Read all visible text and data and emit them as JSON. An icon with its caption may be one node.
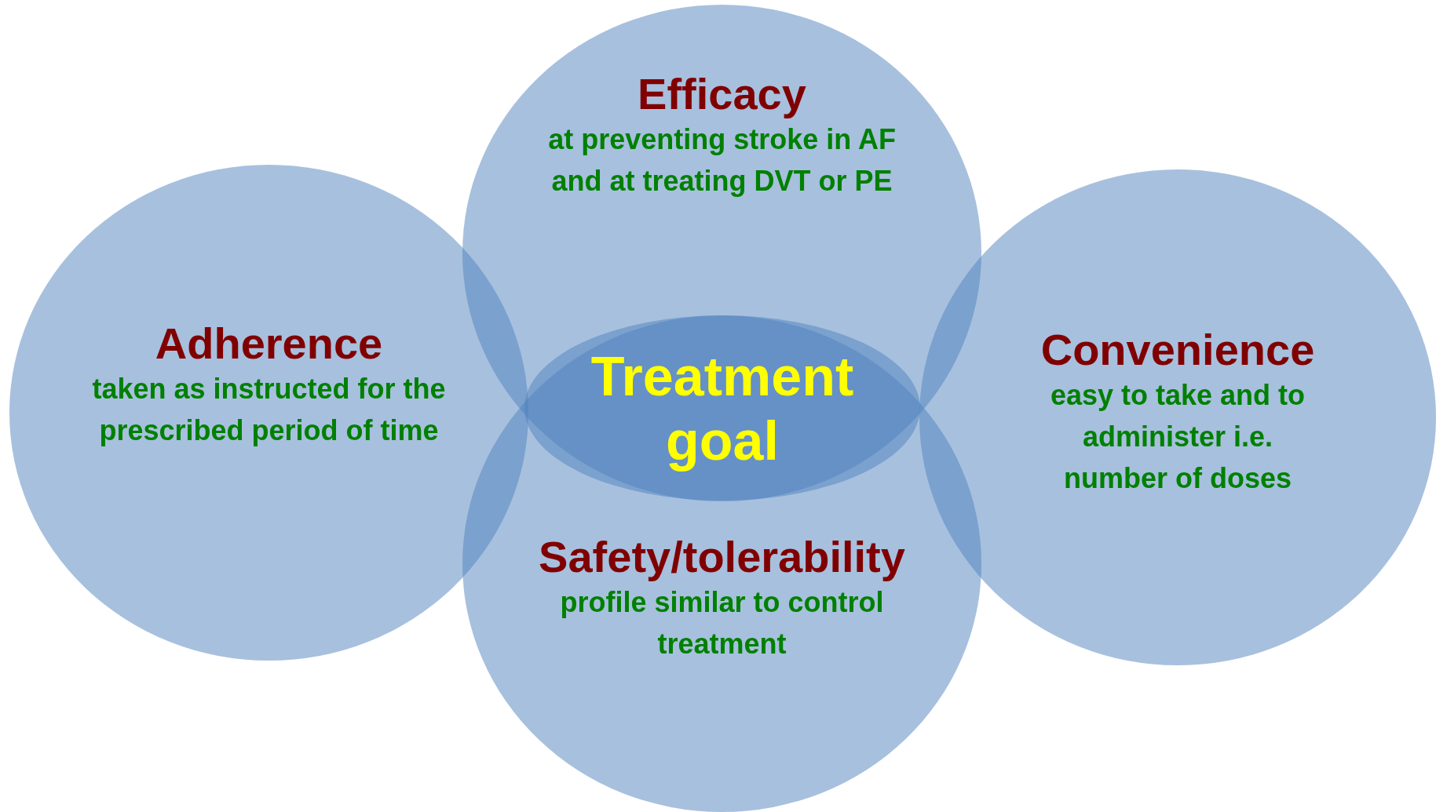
{
  "diagram": {
    "nodes": [
      {
        "text": [
          "Efficacy",
          "at preventing stroke in AF and at treating DVT or PE"
        ]
      },
      {
        "text": [
          "Adherence",
          "taken as instructed for the prescribed period of time"
        ]
      },
      {
        "text": [
          "Convenience",
          "easy to take and to administer i.e. number of doses"
        ]
      },
      {
        "text": [
          "Treatment goal"
        ]
      },
      {
        "text": [
          "Safety/tolerability",
          "profile similar to control treatment"
        ]
      }
    ],
    "edges": []
  }
}
